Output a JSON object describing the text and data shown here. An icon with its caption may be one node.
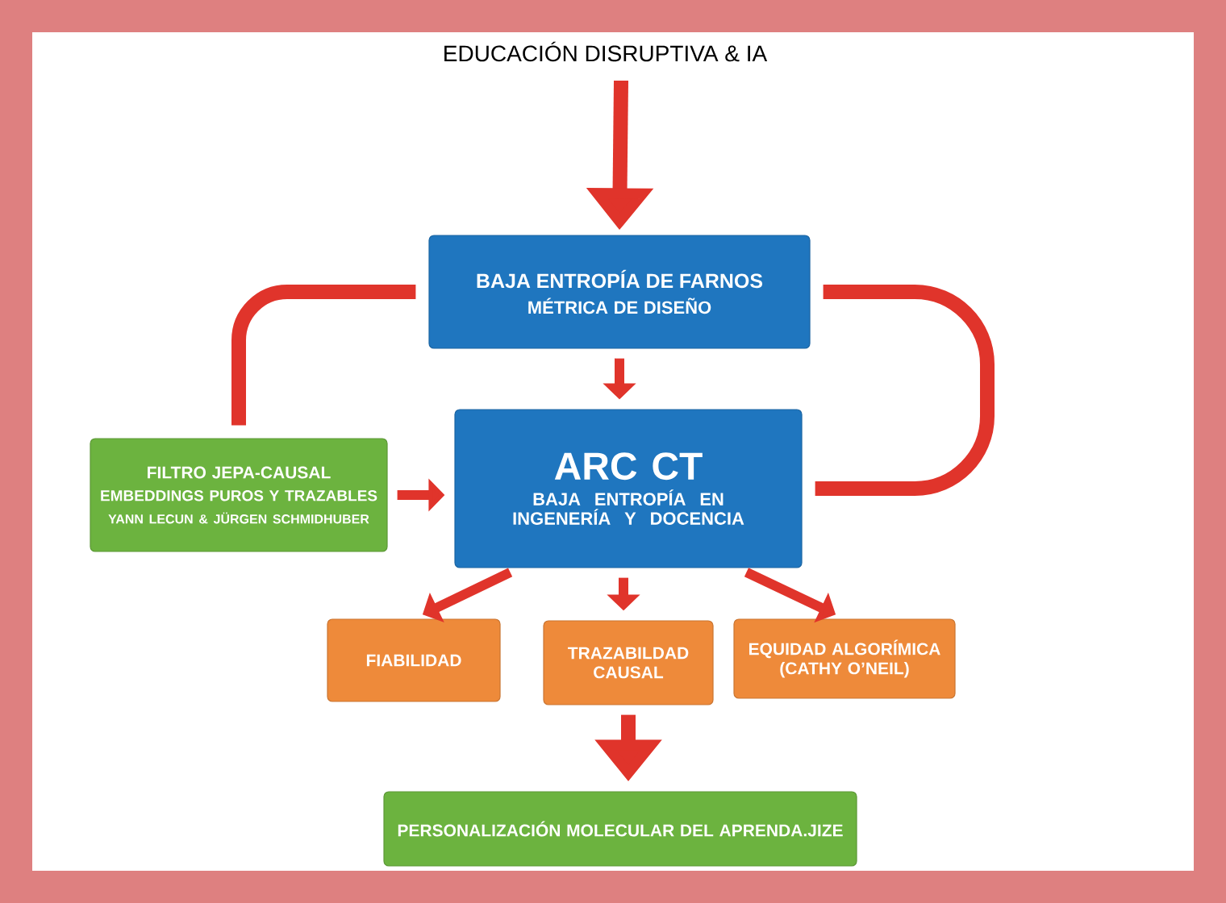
{
  "diagram": {
    "title": "EDUCACIÓN DISRUPTIVA & IA",
    "nodes": [
      {
        "text": [
          "BAJA ENTROPÍA DE FARNOS",
          "MÉTRICA DE DISEÑO"
        ]
      },
      {
        "text": [
          "FILTRO JEPA-CAUSAL",
          "EMBEDDINGS PUROS Y TRAZABLES",
          "YANN LECUN & JÜRGEN SCHMIDHUBER"
        ]
      },
      {
        "text": [
          "ARC CT",
          "BAJA ENTROPÍA EN INGENERÍA Y DOCENCIA"
        ]
      },
      {
        "text": [
          "FIABILIDAD"
        ]
      },
      {
        "text": [
          "TRAZABILDAD CAUSAL"
        ]
      },
      {
        "text": [
          "EQUIDAD ALGORÍMICA (CATHY O’NEIL)"
        ]
      },
      {
        "text": [
          "PERSONALIZACIÓN MOLECULAR DEL APRENDA.JIZE"
        ]
      }
    ],
    "edges": [
      {
        "from": null,
        "to": 0,
        "arrow": "to"
      },
      {
        "from": 0,
        "to": 2,
        "arrow": "to"
      },
      {
        "from": 0,
        "to": 1,
        "arrow": "none"
      },
      {
        "from": 0,
        "to": 2,
        "arrow": "none"
      },
      {
        "from": 1,
        "to": 2,
        "arrow": "to"
      },
      {
        "from": 2,
        "to": 3,
        "arrow": "to"
      },
      {
        "from": 2,
        "to": 4,
        "arrow": "to"
      },
      {
        "from": 2,
        "to": 5,
        "arrow": "to"
      },
      {
        "from": 4,
        "to": 6,
        "arrow": "to"
      }
    ]
  }
}
